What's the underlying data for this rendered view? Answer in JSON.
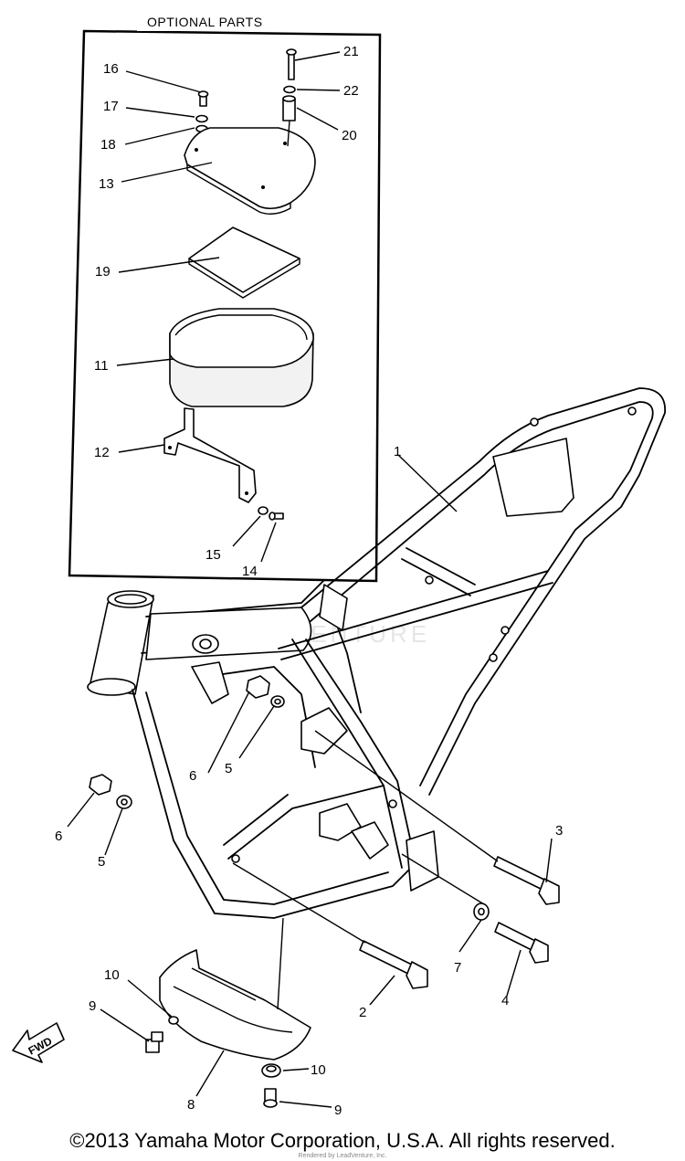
{
  "diagram": {
    "optional_box_title": "OPTIONAL PARTS",
    "watermark": "LEADVENTURE",
    "fwd_label": "FWD",
    "callouts": [
      {
        "id": "c16",
        "label": "16"
      },
      {
        "id": "c17",
        "label": "17"
      },
      {
        "id": "c18",
        "label": "18"
      },
      {
        "id": "c13",
        "label": "13"
      },
      {
        "id": "c19",
        "label": "19"
      },
      {
        "id": "c11",
        "label": "11"
      },
      {
        "id": "c12",
        "label": "12"
      },
      {
        "id": "c15",
        "label": "15"
      },
      {
        "id": "c14",
        "label": "14"
      },
      {
        "id": "c21",
        "label": "21"
      },
      {
        "id": "c22",
        "label": "22"
      },
      {
        "id": "c20",
        "label": "20"
      },
      {
        "id": "c1",
        "label": "1"
      },
      {
        "id": "c6a",
        "label": "6"
      },
      {
        "id": "c5a",
        "label": "5"
      },
      {
        "id": "c6b",
        "label": "6"
      },
      {
        "id": "c5b",
        "label": "5"
      },
      {
        "id": "c3",
        "label": "3"
      },
      {
        "id": "c7",
        "label": "7"
      },
      {
        "id": "c4",
        "label": "4"
      },
      {
        "id": "c2",
        "label": "2"
      },
      {
        "id": "c10a",
        "label": "10"
      },
      {
        "id": "c9a",
        "label": "9"
      },
      {
        "id": "c8",
        "label": "8"
      },
      {
        "id": "c10b",
        "label": "10"
      },
      {
        "id": "c9b",
        "label": "9"
      }
    ]
  },
  "footer": {
    "copyright": "©2013 Yamaha Motor Corporation, U.S.A. All rights reserved.",
    "render_note": "Rendered by LeadVenture, Inc."
  }
}
